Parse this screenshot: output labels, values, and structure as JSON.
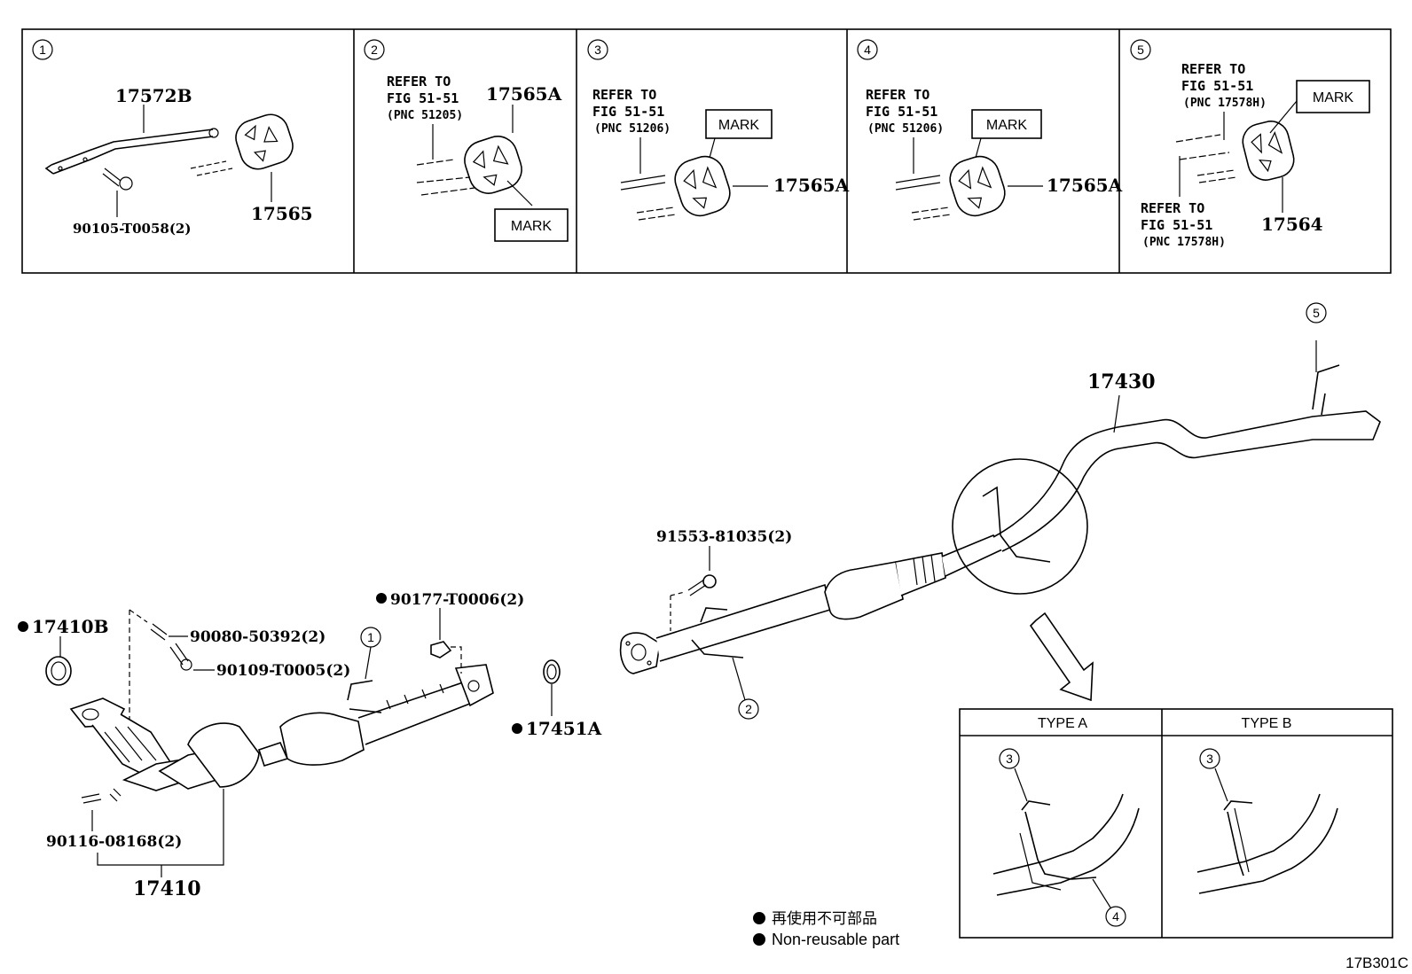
{
  "panels": [
    {
      "num": "1",
      "parts": [
        "17572B",
        "17565",
        "90105-T0058(2)"
      ]
    },
    {
      "num": "2",
      "refer": [
        "REFER TO",
        "FIG 51-51",
        "(PNC 51205)"
      ],
      "parts": [
        "17565A"
      ],
      "mark": "MARK"
    },
    {
      "num": "3",
      "refer": [
        "REFER TO",
        "FIG 51-51",
        "(PNC 51206)"
      ],
      "parts": [
        "17565A"
      ],
      "mark": "MARK"
    },
    {
      "num": "4",
      "refer": [
        "REFER TO",
        "FIG 51-51",
        "(PNC 51206)"
      ],
      "parts": [
        "17565A"
      ],
      "mark": "MARK"
    },
    {
      "num": "5",
      "refer": [
        "REFER TO",
        "FIG 51-51",
        "(PNC 17578H)"
      ],
      "refer2": [
        "REFER TO",
        "FIG 51-51",
        "(PNC 17578H)"
      ],
      "parts": [
        "17564"
      ],
      "mark": "MARK"
    }
  ],
  "main": {
    "p17410B": "17410B",
    "p90080": "90080-50392(2)",
    "p90109": "90109-T0005(2)",
    "p90177": "90177-T0006(2)",
    "p17451A": "17451A",
    "p90116": "90116-08168(2)",
    "p17410": "17410",
    "p91553": "91553-81035(2)",
    "p17430": "17430",
    "c1": "1",
    "c2": "2",
    "c5": "5"
  },
  "types": {
    "type_a": "TYPE A",
    "type_b": "TYPE B",
    "c3a": "3",
    "c4": "4",
    "c3b": "3"
  },
  "legend": {
    "jp": "再使用不可部品",
    "en": "Non-reusable part"
  },
  "figure_code": "17B301C"
}
